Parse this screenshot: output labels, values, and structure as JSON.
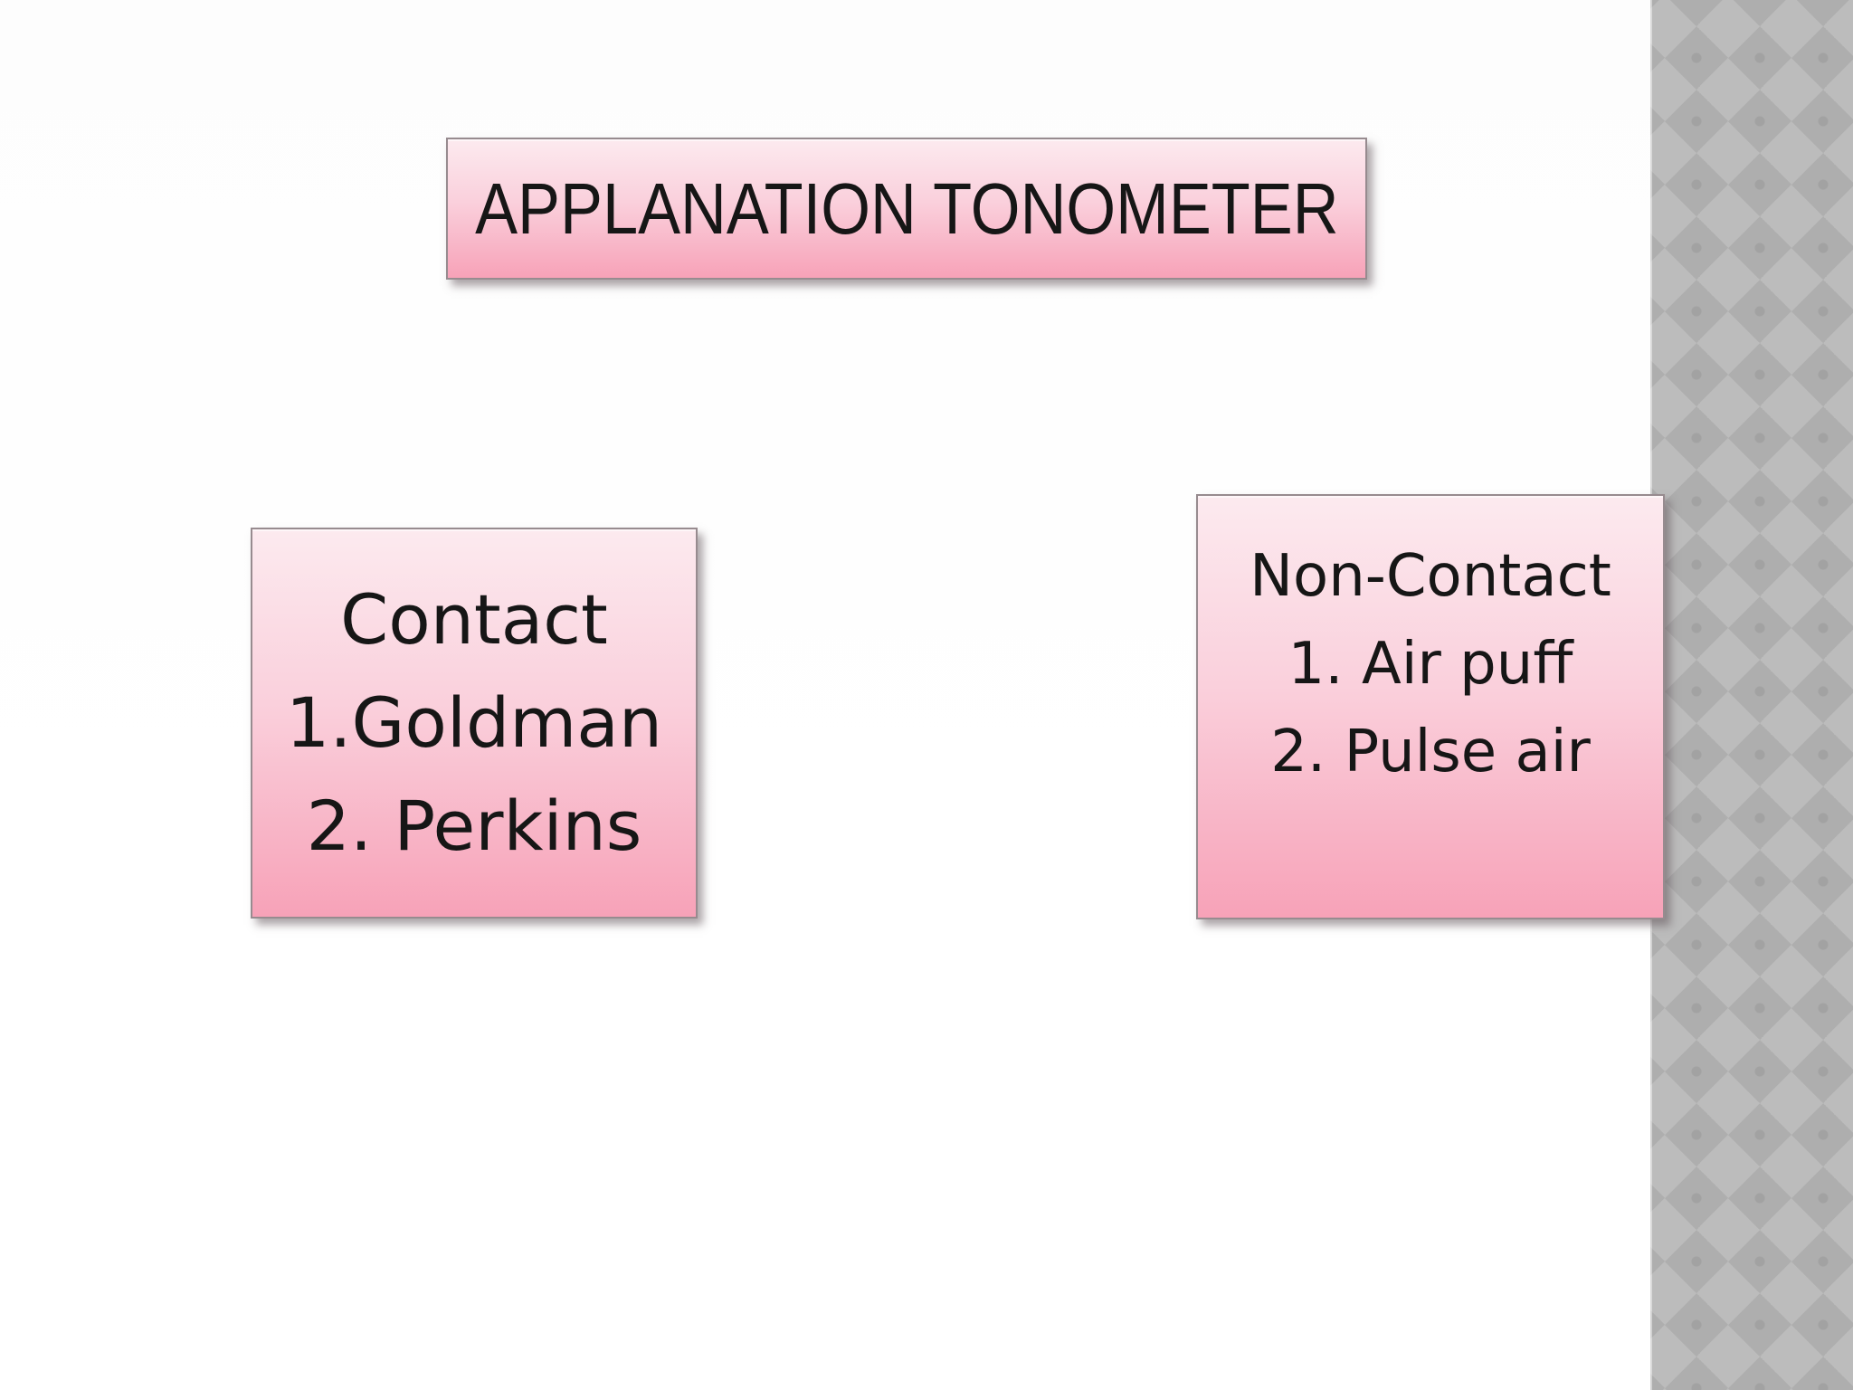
{
  "slide": {
    "title": {
      "text": "APPLANATION TONOMETER"
    },
    "contact_box": {
      "lines": [
        "Contact",
        "1.Goldman",
        "2. Perkins"
      ]
    },
    "noncontact_box": {
      "lines": [
        "Non-Contact",
        "1. Air puff",
        "2. Pulse air"
      ]
    },
    "colors": {
      "text": "#161616",
      "background": "#ffffff",
      "box_gradient_top": "#fceaef",
      "box_gradient_mid": "#fad0dc",
      "box_gradient_bottom": "#f7a2b8",
      "box_border": "#978b8f",
      "pattern_base": "#b5b5b5",
      "pattern_light": "#bcbcbc",
      "pattern_dark": "#aeaeae"
    }
  }
}
